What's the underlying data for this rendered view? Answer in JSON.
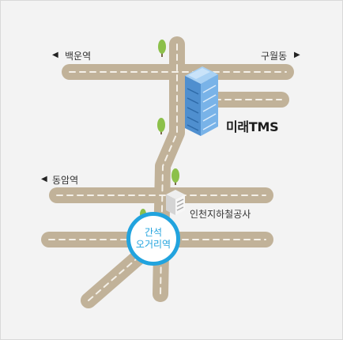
{
  "map": {
    "places": {
      "baegun": "백운역",
      "guwol": "구월동",
      "dongam": "동암역",
      "company": "미래TMS",
      "incheon_metro": "인천지하철공사"
    },
    "station": {
      "line1": "간석",
      "line2": "오거리역",
      "color": "#21a3de"
    },
    "arrows": {
      "left": "◀",
      "right": "▶"
    },
    "colors": {
      "road": "#c1b299",
      "road_dash": "#f4f0e8",
      "background": "#f3f3f3",
      "building": "#5fa0da",
      "tree": "#8cc04a"
    }
  }
}
